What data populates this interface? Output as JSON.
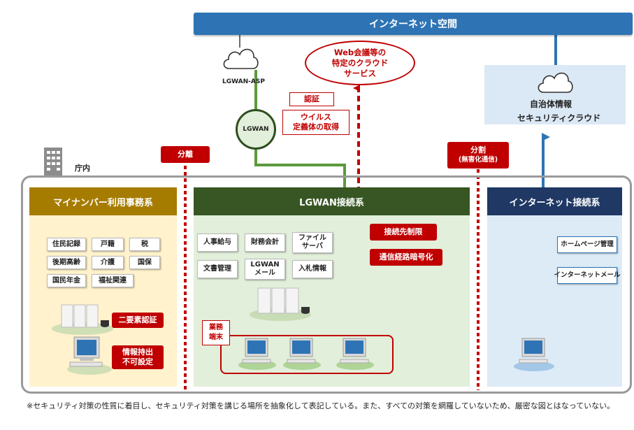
{
  "internet_space": "インターネット空間",
  "lgwan_asp": "LGWAN-ASP",
  "lgwan_node": "LGWAN",
  "cloud_service": {
    "line1": "Web会議等の",
    "line2": "特定のクラウド",
    "line3": "サービス"
  },
  "auth": "認証",
  "virus_def": {
    "line1": "ウイルス",
    "line2": "定義体の取得"
  },
  "security_cloud": {
    "line1": "自治体情報",
    "line2": "セキュリティクラウド"
  },
  "building_label": "庁内",
  "separation": "分離",
  "division": {
    "line1": "分割",
    "line2": "(無害化通信)"
  },
  "mynumber_system": {
    "title": "マイナンバー利用事務系",
    "tags": [
      {
        "label": "住民記録"
      },
      {
        "label": "戸籍"
      },
      {
        "label": "税"
      },
      {
        "label": "後期高齢"
      },
      {
        "label": "介護"
      },
      {
        "label": "国保"
      },
      {
        "label": "国民年金"
      },
      {
        "label": "福祉関連"
      }
    ],
    "two_factor": "二要素認証",
    "no_export": {
      "line1": "情報持出",
      "line2": "不可設定"
    }
  },
  "lgwan_system": {
    "title": "LGWAN接続系",
    "tags": [
      {
        "line1": "人事給与",
        "line2": ""
      },
      {
        "line1": "財務会計",
        "line2": ""
      },
      {
        "line1": "ファイル",
        "line2": "サーバ"
      },
      {
        "line1": "文書管理",
        "line2": ""
      },
      {
        "line1": "LGWAN",
        "line2": "メール"
      },
      {
        "line1": "入札情報",
        "line2": ""
      }
    ],
    "restrict": "接続先制限",
    "encrypt": "通信経路暗号化",
    "terminal": {
      "line1": "業務",
      "line2": "端末"
    }
  },
  "internet_system": {
    "title": "インターネット接続系",
    "tags": [
      {
        "label": "ホームページ管理"
      },
      {
        "label": "インターネットメール"
      }
    ]
  },
  "footnote": "※セキュリティ対策の性質に着目し、セキュリティ対策を講じる場所を抽象化して表記している。また、すべての対策を網羅していないため、厳密な図とはなっていない。",
  "colors": {
    "internet_blue": "#2e74b5",
    "alert_red": "#c00000",
    "lgwan_green": "#375623",
    "mynumber_gold": "#a67c00",
    "internet_navy": "#1f3864"
  },
  "icons": [
    "cloud-icon",
    "building-icon",
    "server-icon",
    "pc-icon",
    "disk-icon"
  ]
}
